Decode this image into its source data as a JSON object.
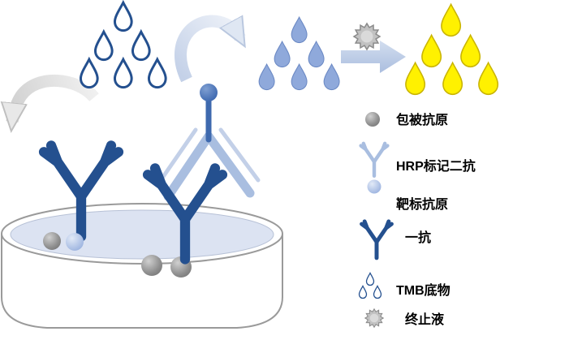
{
  "colors": {
    "dark_blue": "#24508F",
    "medium_blue": "#8FA9DB",
    "medium_blue_stroke": "#6B89C4",
    "light_blue": "#A9BEE0",
    "pale_arrow_blue": "#C4D1E8",
    "hrp_blue": "#3E69AE",
    "yellow": "#FFF100",
    "yellow_stroke": "#C9B400",
    "gray_ball": "#909090",
    "gray_ball_dark": "#6F6F6F",
    "starburst_gray": "#C2C2C2",
    "starburst_stroke": "#8A8A8A",
    "dish_stroke": "#9A9A9A",
    "liquid_blue": "#DCE3F2",
    "arrow_gray": "#CFCFCF",
    "text_color": "#000000"
  },
  "legend": {
    "items": [
      {
        "icon": "coated-antigen-ball",
        "label": "包被抗原"
      },
      {
        "icon": "hrp-secondary-antibody",
        "label": "HRP标记二抗"
      },
      {
        "icon": "target-antigen-ball",
        "label": "靶标抗原"
      },
      {
        "icon": "primary-antibody",
        "label": "一抗"
      },
      {
        "icon": "tmb-substrate-drops",
        "label": "TMB底物"
      },
      {
        "icon": "stop-solution-starburst",
        "label": "终止液"
      }
    ]
  },
  "diagram": {
    "droplet_clusters": [
      {
        "name": "tmb-substrate",
        "style": "outline",
        "count": 6
      },
      {
        "name": "developed-substrate",
        "style": "blue-filled",
        "count": 6
      },
      {
        "name": "stopped-product",
        "style": "yellow-filled",
        "count": 6
      }
    ]
  }
}
